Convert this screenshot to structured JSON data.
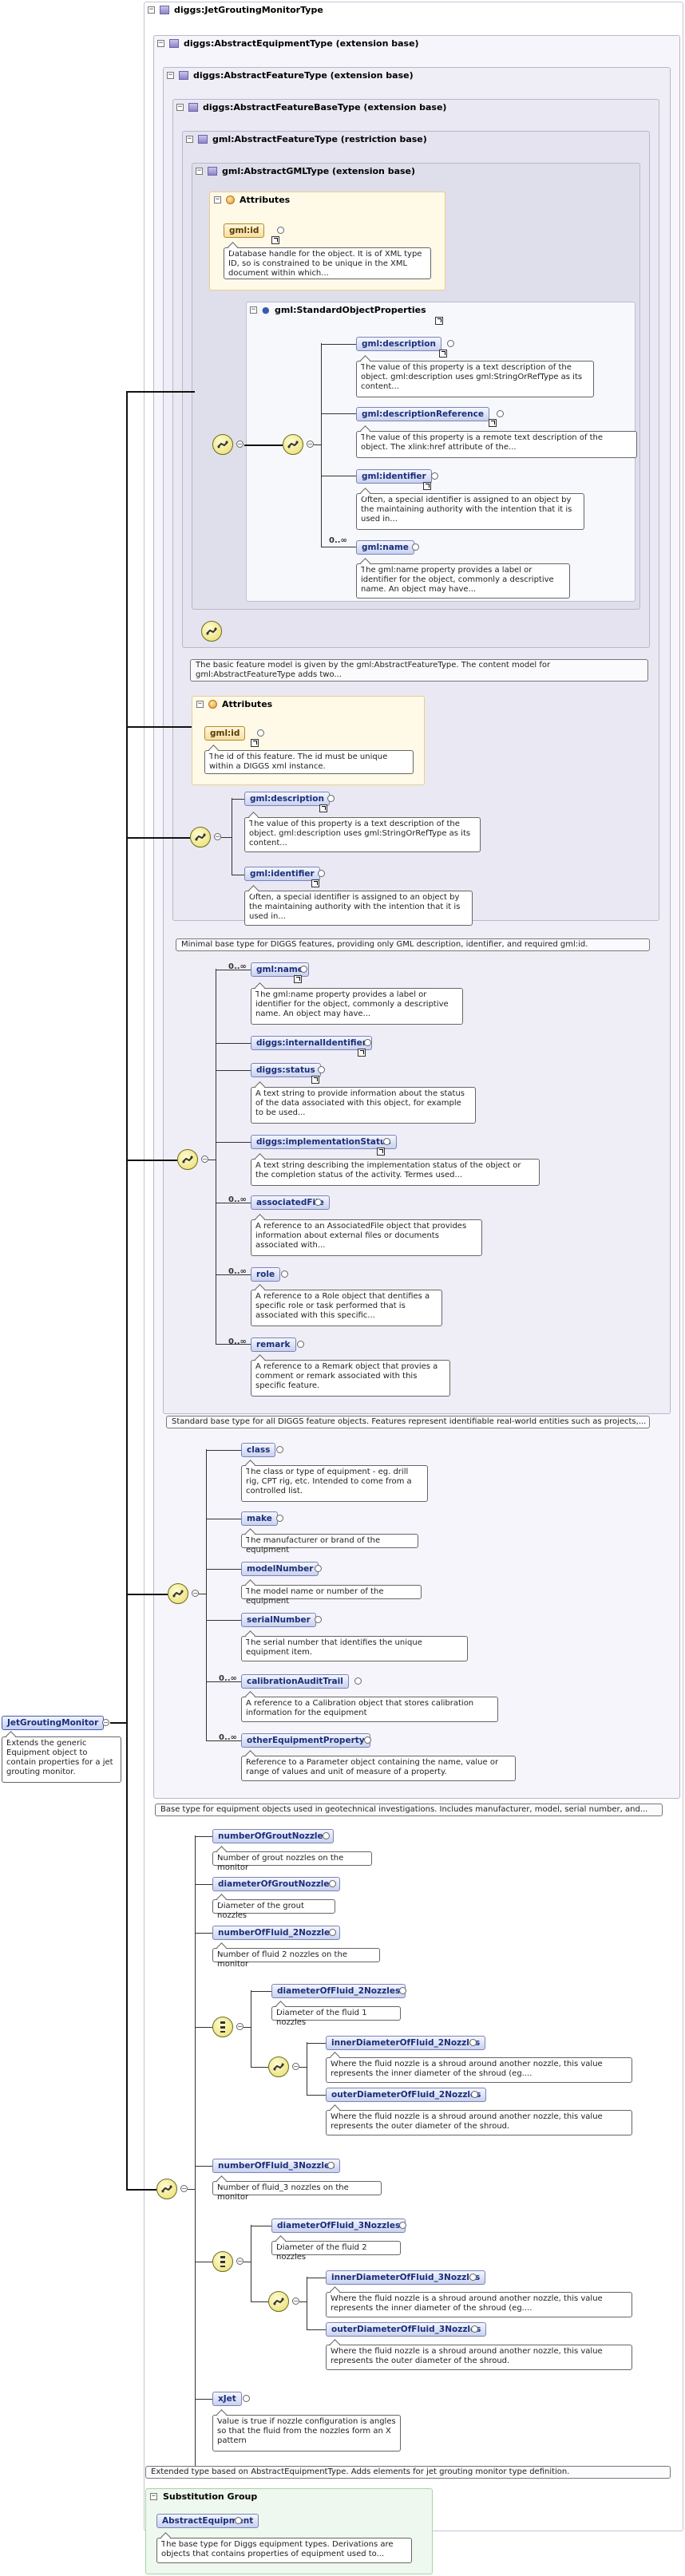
{
  "diagram": {
    "root": {
      "name": "JetGroutingMonitor",
      "desc": "Extends the generic Equipment object to contain properties for a jet grouting monitor."
    },
    "type_header": "diggs:JetGroutingMonitorType",
    "abstract_equipment_type": "diggs:AbstractEquipmentType (extension base)",
    "abstract_feature_type": "diggs:AbstractFeatureType (extension base)",
    "abstract_feature_base_type": "diggs:AbstractFeatureBaseType (extension base)",
    "gml_abstract_feature_type": "gml:AbstractFeatureType (restriction base)",
    "gml_abstract_gml_type": "gml:AbstractGMLType (extension base)",
    "attributes_label": "Attributes",
    "gml_attrs": {
      "id": "gml:id",
      "id_desc": "Database handle for the object. It is of XML type ID, so is constrained to be unique in the XML document within which..."
    },
    "std_props": {
      "label": "gml:StandardObjectProperties",
      "items": [
        {
          "name": "gml:description",
          "desc": "The value of this property is a text description of the object. gml:description uses gml:StringOrRefType as its content..."
        },
        {
          "name": "gml:descriptionReference",
          "desc": "The value of this property is a remote text description of the object. The xlink:href attribute of the..."
        },
        {
          "name": "gml:identifier",
          "desc": "Often, a special identifier is assigned to an object by the maintaining authority with the intention that it is used in..."
        },
        {
          "name": "gml:name",
          "mult": "0..∞",
          "desc": "The gml:name property provides a label or identifier for the object, commonly a descriptive name. An object may have..."
        }
      ]
    },
    "feature_base_doc": "The basic feature model is given by the gml:AbstractFeatureType. The content model for gml:AbstractFeatureType adds two...",
    "fb_attrs": {
      "id": "gml:id",
      "id_desc": "The id of this feature. The id must be unique within a DIGGS xml instance."
    },
    "fb_items": [
      {
        "name": "gml:description",
        "desc": "The value of this property is a text description of the object. gml:description uses gml:StringOrRefType as its content..."
      },
      {
        "name": "gml:identifier",
        "desc": "Often, a special identifier is assigned to an object by the maintaining authority with the intention that it is used in..."
      }
    ],
    "feature_base_type_doc": "Minimal base type for DIGGS features, providing only GML description, identifier, and required gml:id.",
    "feature_items": [
      {
        "name": "gml:name",
        "mult": "0..∞",
        "desc": "The gml:name property provides a label or identifier for the object, commonly a descriptive name. An object may have..."
      },
      {
        "name": "diggs:internalIdentifier",
        "desc": ""
      },
      {
        "name": "diggs:status",
        "desc": "A text string to provide information about the status of the data associated with this object, for example to be used..."
      },
      {
        "name": "diggs:implementationStatus",
        "desc": "A text string describing the implementation status of the object or the completion status of the activity. Termes used..."
      },
      {
        "name": "associatedFile",
        "mult": "0..∞",
        "desc": "A reference to an AssociatedFile object that provides information about external files or documents associated with..."
      },
      {
        "name": "role",
        "mult": "0..∞",
        "desc": "A reference to a Role object that dentifies a specific role or task performed that is associated with this specific..."
      },
      {
        "name": "remark",
        "mult": "0..∞",
        "desc": "A reference to a Remark object that provies a comment or remark associated with this specific feature."
      }
    ],
    "feature_type_doc": "Standard base type for all DIGGS feature objects. Features represent identifiable real-world entities such as projects,...",
    "equipment_items": [
      {
        "name": "class",
        "desc": "The class or type of equipment - eg. drill rig, CPT rig, etc. Intended to come from a controlled list."
      },
      {
        "name": "make",
        "desc": "The manufacturer or brand of the equipment"
      },
      {
        "name": "modelNumber",
        "desc": "The model name or number of the equipment"
      },
      {
        "name": "serialNumber",
        "desc": "The serial number that identifies the unique equipment item."
      },
      {
        "name": "calibrationAuditTrail",
        "mult": "0..∞",
        "desc": "A reference to a Calibration object that stores calibration information for the equipment"
      },
      {
        "name": "otherEquipmentProperty",
        "mult": "0..∞",
        "desc": "Reference to a Parameter object containing the name, value or range of values and unit of measure of a property."
      }
    ],
    "equipment_type_doc": "Base type for equipment objects used in geotechnical investigations. Includes manufacturer, model, serial number, and...",
    "jet_items": [
      {
        "name": "numberOfGroutNozzles",
        "desc": "Number of grout nozzles on the monitor"
      },
      {
        "name": "diameterOfGroutNozzles",
        "desc": "Diameter of the grout nozzles"
      },
      {
        "name": "numberOfFluid_2Nozzles",
        "desc": "Number of fluid 2 nozzles on the monitor"
      },
      {
        "name": "numberOfFluid_3Nozzles",
        "desc": "Number of fluid_3 nozzles on the monitor"
      },
      {
        "name": "xJet",
        "desc": "Value is true if nozzle configuration is angles so that the fluid from the nozzles form an X pattern"
      }
    ],
    "fluid2_group": [
      {
        "name": "diameterOfFluid_2Nozzles",
        "desc": "Diameter of the fluid 1 nozzles"
      },
      {
        "name": "innerDiameterOfFluid_2Nozzles",
        "desc": "Where the fluid nozzle is a shroud around another nozzle, this value represents the inner diameter of the shroud (eg...."
      },
      {
        "name": "outerDiameterOfFluid_2Nozzles",
        "desc": "Where the fluid nozzle is a shroud around another nozzle, this value represents the outer diameter of the shroud."
      }
    ],
    "fluid3_group": [
      {
        "name": "diameterOfFluid_3Nozzles",
        "desc": "Diameter of the fluid 2 nozzles"
      },
      {
        "name": "innerDiameterOfFluid_3Nozzles",
        "desc": "Where the fluid nozzle is a shroud around another nozzle, this value represents the inner diameter of the shroud (eg...."
      },
      {
        "name": "outerDiameterOfFluid_3Nozzles",
        "desc": "Where the fluid nozzle is a shroud around another nozzle, this value represents the outer diameter of the shroud."
      }
    ],
    "jet_type_doc": "Extended type based on AbstractEquipmentType. Adds elements for jet grouting monitor type definition.",
    "subst": {
      "label": "Substitution Group",
      "name": "AbstractEquipment",
      "desc": "The base type for Diggs equipment types. Derivations are objects that contains properties of equipment used to..."
    },
    "mult_sign": "0..∞"
  }
}
